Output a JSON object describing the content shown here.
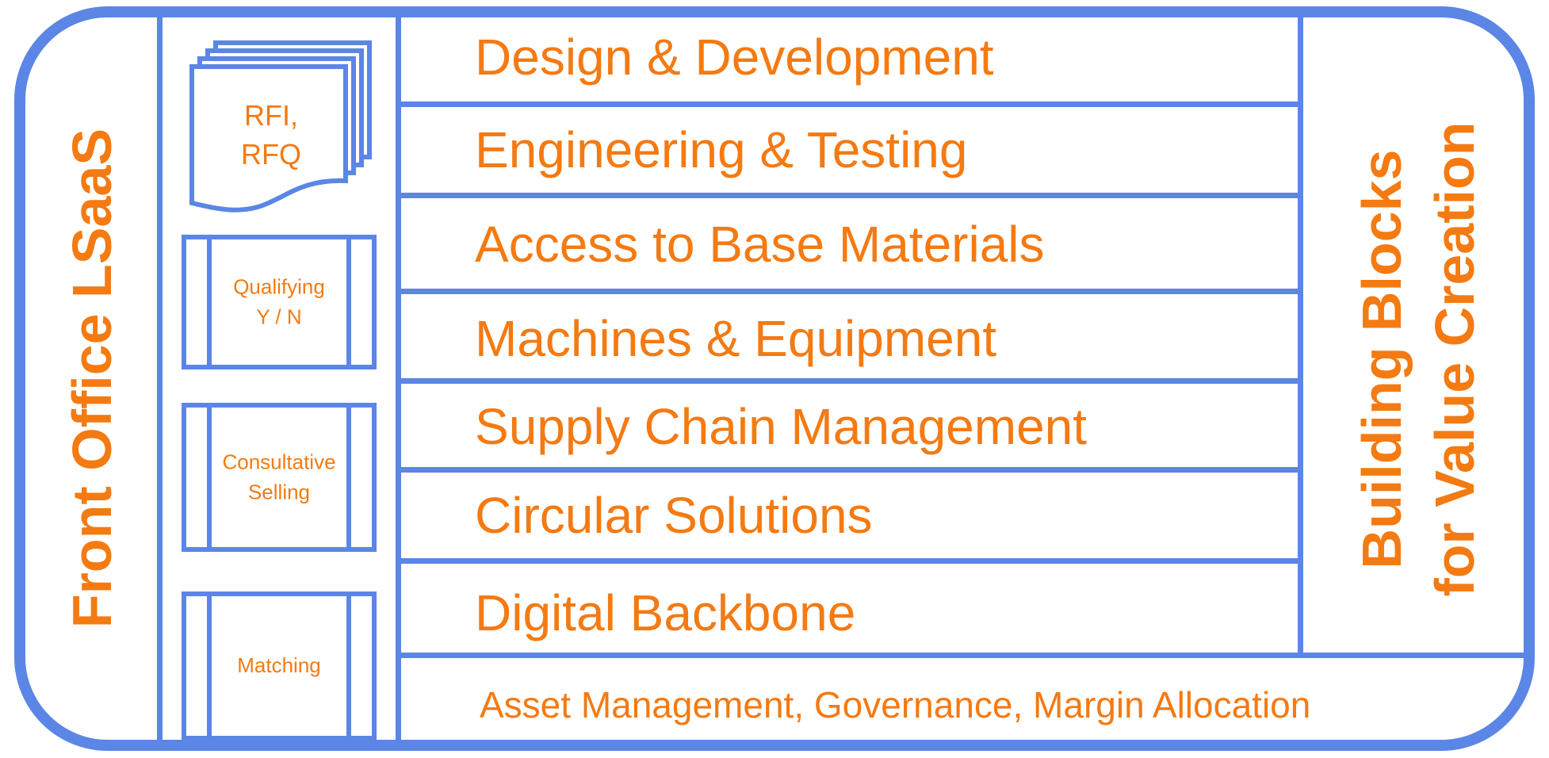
{
  "left_title": "Front Office LSaaS",
  "right_title": [
    "Building Blocks",
    "for Value Creation"
  ],
  "process_steps": {
    "document": [
      "RFI,",
      "RFQ"
    ],
    "qualifying": [
      "Qualifying",
      "Y / N"
    ],
    "consultative": [
      "Consultative",
      "Selling"
    ],
    "matching": "Matching"
  },
  "building_blocks": [
    "Design & Development",
    "Engineering & Testing",
    "Access to Base Materials",
    "Machines & Equipment",
    "Supply Chain Management",
    "Circular Solutions",
    "Digital Backbone"
  ],
  "footer": "Asset Management, Governance, Margin Allocation",
  "colors": {
    "line": "#5B86E5",
    "text": "#F47A12"
  }
}
